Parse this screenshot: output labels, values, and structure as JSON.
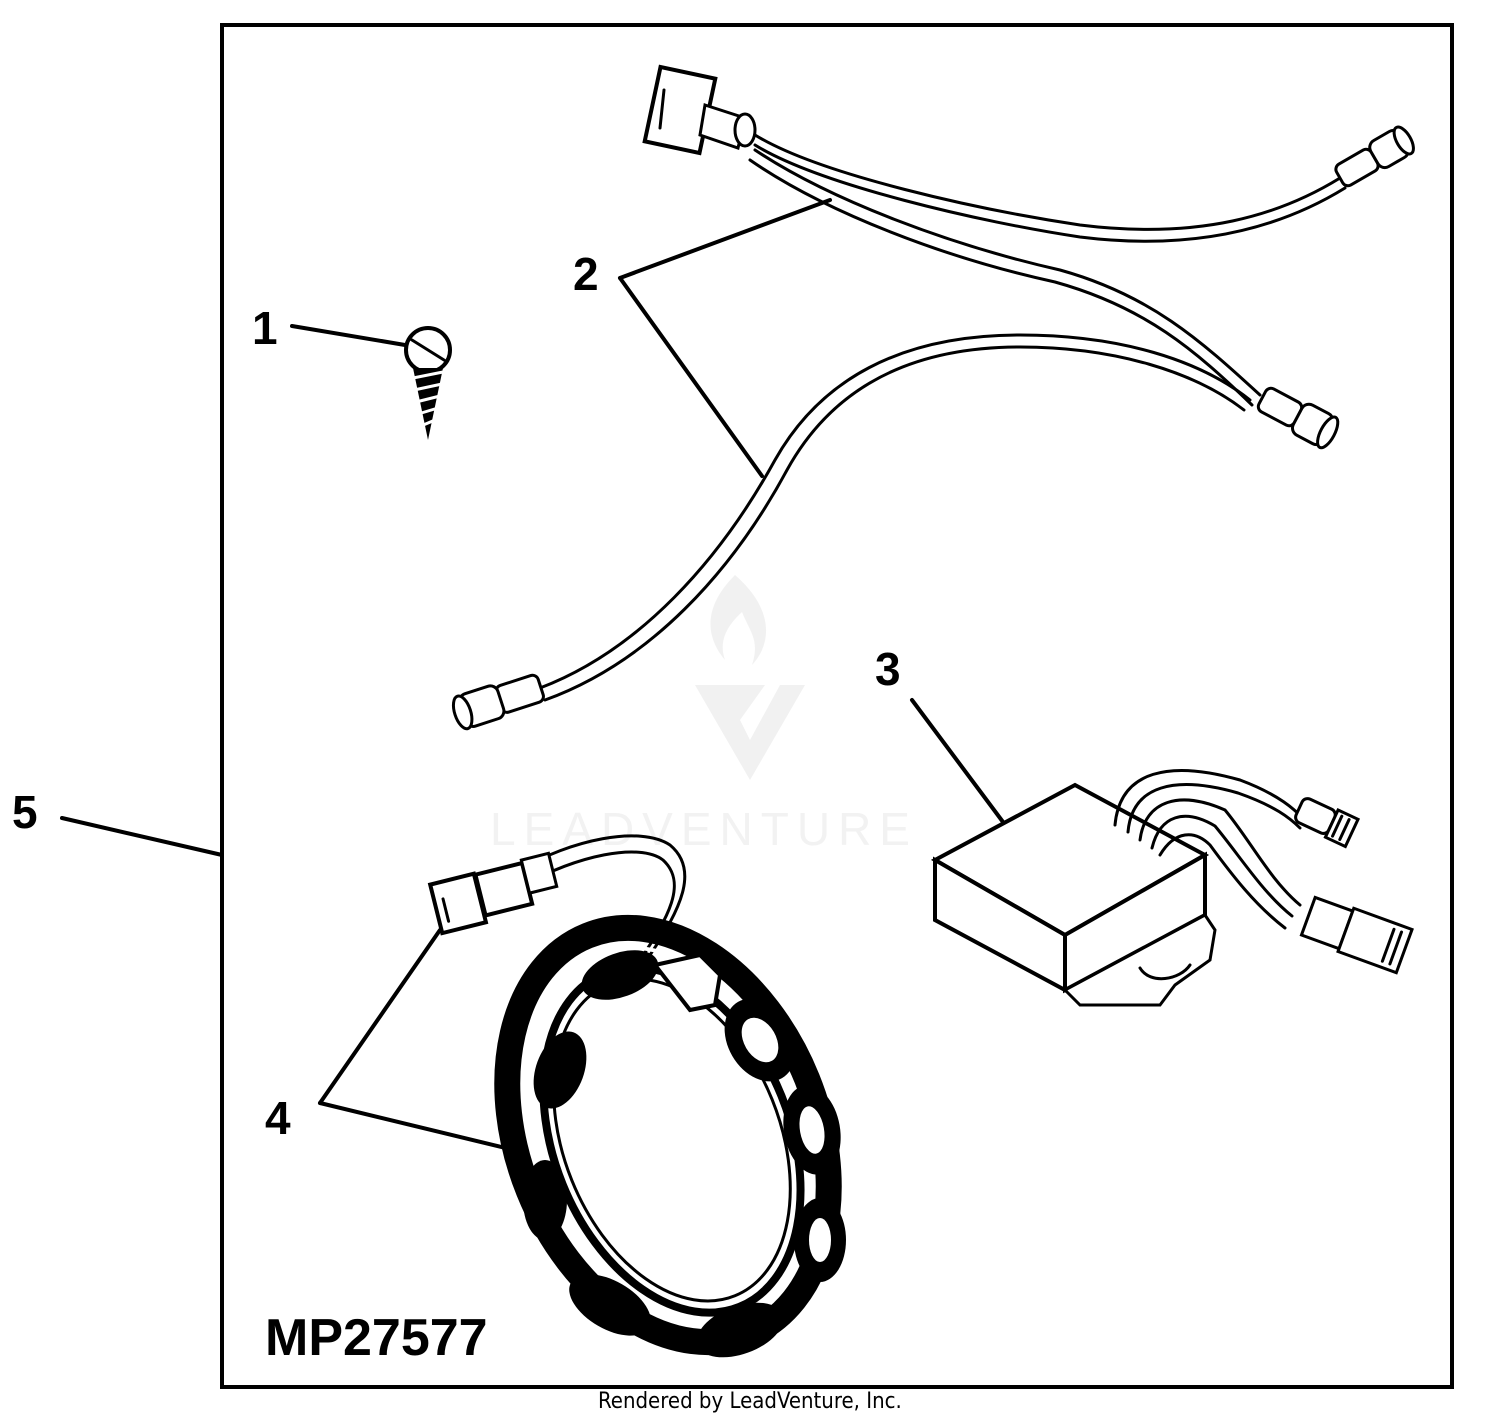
{
  "figure_id": "MP27577",
  "footer": "Rendered by LeadVenture, Inc.",
  "watermark": "LEADVENTURE",
  "callouts": [
    {
      "number": "1",
      "part": "screw-icon"
    },
    {
      "number": "2",
      "part": "wiring-harness-icon"
    },
    {
      "number": "3",
      "part": "regulator-icon"
    },
    {
      "number": "4",
      "part": "stator-icon"
    },
    {
      "number": "5",
      "part": "kit-frame"
    }
  ]
}
